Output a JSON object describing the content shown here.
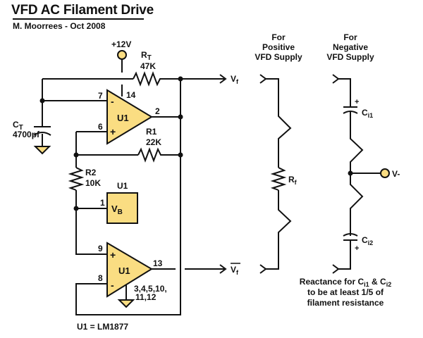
{
  "header": {
    "title": "VFD AC Filament Drive",
    "author_line": "M. Moorrees  -  Oct 2008"
  },
  "colors": {
    "component_fill": "#fadd82",
    "wire": "#111111",
    "background": "#ffffff"
  },
  "supply": {
    "label": "+12V"
  },
  "components": {
    "rt": {
      "name": "R",
      "sub": "T",
      "value": "47K"
    },
    "r1": {
      "name": "R1",
      "value": "22K"
    },
    "r2": {
      "name": "R2",
      "value": "10K"
    },
    "ct": {
      "name": "C",
      "sub": "T",
      "value": "4700pf"
    },
    "u1_top": {
      "label": "U1",
      "pin_inv": "7",
      "pin_noninv": "6",
      "pin_out": "2",
      "pin_supply": "14",
      "minus": "-",
      "plus": "+"
    },
    "u1_bias": {
      "title": "U1",
      "pin": "1",
      "label": "V",
      "sub": "B"
    },
    "u1_bottom": {
      "label": "U1",
      "pin_noninv": "9",
      "pin_inv": "8",
      "pin_out": "13",
      "gnd_pins_1": "3,4,5,10,",
      "gnd_pins_2": "11,12",
      "minus": "-",
      "plus": "+"
    },
    "part_note": "U1 = LM1877"
  },
  "outputs": {
    "vf": {
      "label": "V",
      "sub": "f"
    },
    "vf_bar": {
      "label": "V",
      "sub": "f"
    }
  },
  "positive_supply": {
    "heading": [
      "For",
      "Positive",
      "VFD Supply"
    ],
    "rf": {
      "name": "R",
      "sub": "f"
    }
  },
  "negative_supply": {
    "heading": [
      "For",
      "Negative",
      "VFD Supply"
    ],
    "ci1": {
      "name": "C",
      "sub": "i1",
      "polarity": "+"
    },
    "ci2": {
      "name": "C",
      "sub": "i2",
      "polarity": "+"
    },
    "vminus": "V-"
  },
  "note": {
    "line1_a": "Reactance for C",
    "line1_sub1": "i1",
    "line1_b": " & C",
    "line1_sub2": "i2",
    "line2": "to be at least 1/5 of",
    "line3": "filament resistance"
  }
}
